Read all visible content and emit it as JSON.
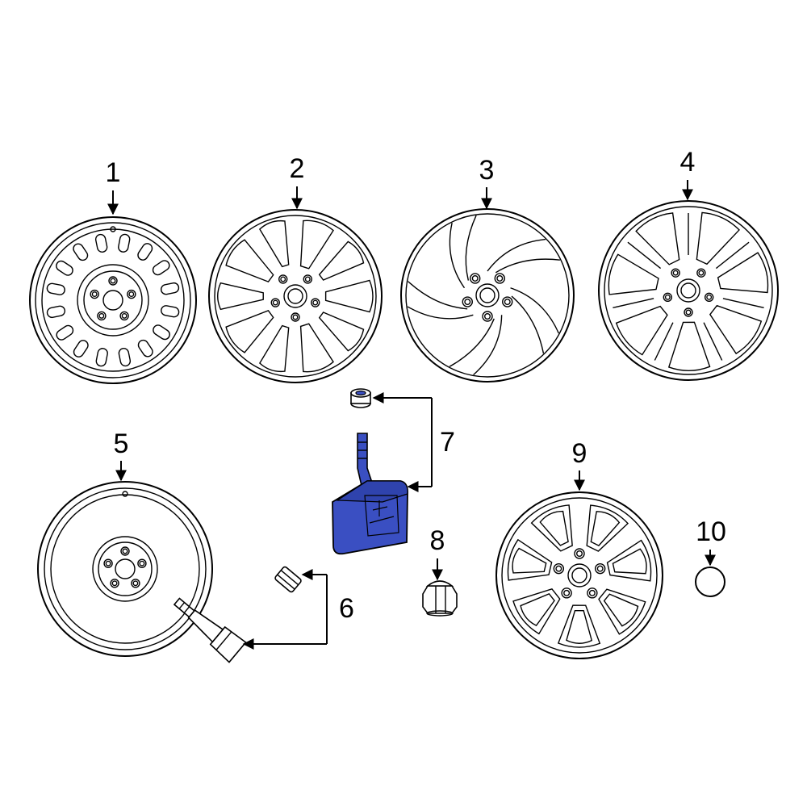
{
  "diagram": {
    "callouts": {
      "p1": "1",
      "p2": "2",
      "p3": "3",
      "p4": "4",
      "p5": "5",
      "p6": "6",
      "p7": "7",
      "p8": "8",
      "p9": "9",
      "p10": "10"
    },
    "colors": {
      "line": "#000000",
      "background": "#ffffff",
      "highlight": "#3a4fc2"
    },
    "highlighted_part": "7"
  }
}
